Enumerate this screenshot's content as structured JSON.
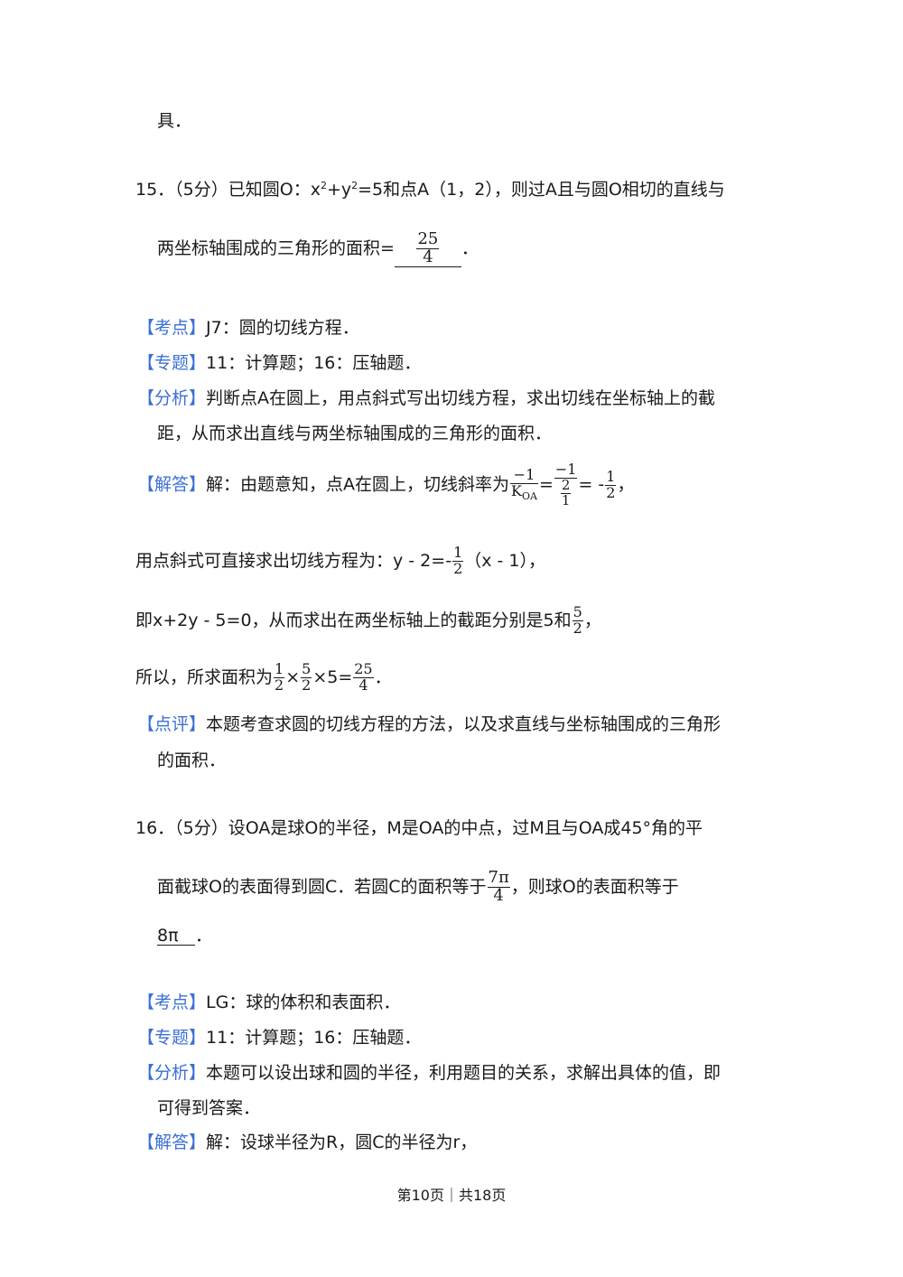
{
  "line_top": "具．",
  "q15": {
    "l1": "15．（5分）已知圆O：x",
    "sup2": "2",
    "plus": "+y",
    "l1_end": "=5和点A（1，2），则过A且与圆O相切的直线与",
    "l2": "两坐标轴围成的三角形的面积=",
    "answer_num": "25",
    "answer_den": "4",
    "l2_end": "．",
    "kaodian_tag": "【考点】",
    "kaodian": "J7：圆的切线方程．",
    "zhuanti_tag": "【专题】",
    "zhuanti": "11：计算题；16：压轴题．",
    "fenxi_tag": "【分析】",
    "fenxi_1": "判断点A在圆上，用点斜式写出切线方程，求出切线在坐标轴上的截",
    "fenxi_2": "距，从而求出直线与两坐标轴围成的三角形的面积．",
    "jieda_tag": "【解答】",
    "jieda_1": "解：由题意知，点A在圆上，切线斜率为",
    "k_num": "−1",
    "k_den": "K",
    "k_sub": "OA",
    "eq1": "=",
    "n_num": "−1",
    "n_inner_num": "2",
    "n_inner_den": "1",
    "eq2": "= -",
    "half_num": "1",
    "half_den": "2",
    "comma": "，",
    "line2": "用点斜式可直接求出切线方程为：y - 2=",
    "line2_neg": "-",
    "line2_end": "（x - 1），",
    "line3": "即x+2y - 5=0，从而求出在两坐标轴上的截距分别是5和",
    "line3_num": "5",
    "line3_den": "2",
    "line4": "所以，所求面积为",
    "times": "×",
    "line4_mid": "×5=",
    "dianping_tag": "【点评】",
    "dianping_1": "本题考查求圆的切线方程的方法，以及求直线与坐标轴围成的三角形",
    "dianping_2": "的面积．"
  },
  "q16": {
    "l1": "16．（5分）设OA是球O的半径，M是OA的中点，过M且与OA成45°角的平",
    "l2": "面截球O的表面得到圆C．若圆C的面积等于",
    "pi_num": "7π",
    "pi_den": "4",
    "l2_end": "，则球O的表面积等于",
    "answer": "8π",
    "l3_end": "．",
    "kaodian_tag": "【考点】",
    "kaodian": "LG：球的体积和表面积．",
    "zhuanti_tag": "【专题】",
    "zhuanti": "11：计算题；16：压轴题．",
    "fenxi_tag": "【分析】",
    "fenxi_1": "本题可以设出球和圆的半径，利用题目的关系，求解出具体的值，即",
    "fenxi_2": "可得到答案．",
    "jieda_tag": "【解答】",
    "jieda_1": "解：设球半径为R，圆C的半径为r，"
  },
  "footer": "第10页｜共18页"
}
